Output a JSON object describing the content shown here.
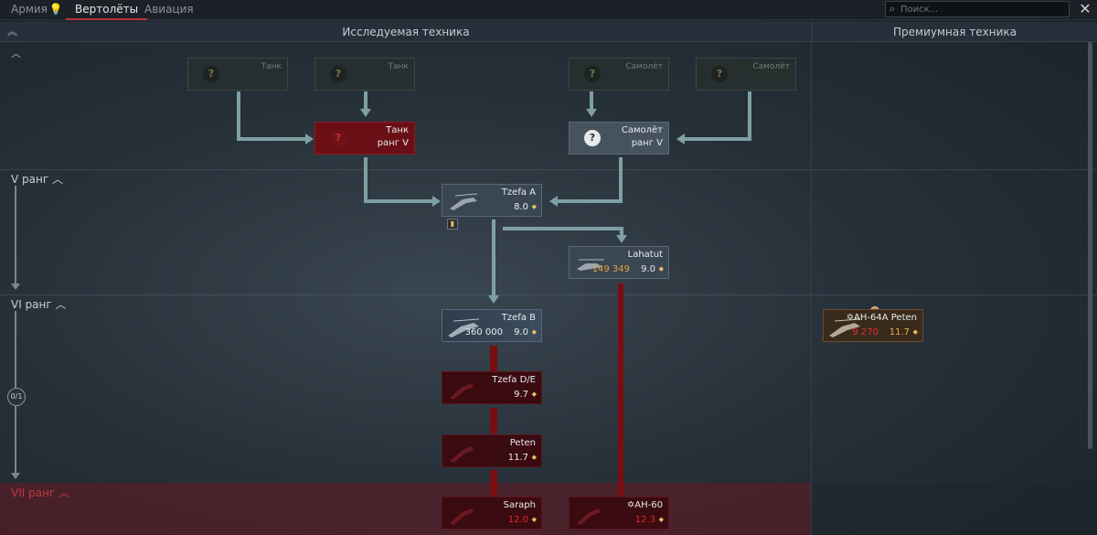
{
  "tabs": [
    {
      "label": "Армия",
      "active": false
    },
    {
      "label": "Вертолёты",
      "active": true
    },
    {
      "label": "Авиация",
      "active": false
    }
  ],
  "search": {
    "placeholder": "Поиск..."
  },
  "close_label": "✕",
  "header": {
    "researched_title": "Исследуемая техника",
    "premium_title": "Премиумная техника"
  },
  "ranks": [
    {
      "label": "V ранг"
    },
    {
      "label": "VI ранг"
    },
    {
      "label": "VII ранг"
    }
  ],
  "rank_counter": "0/1",
  "vehicles": {
    "tank_ghost_1": {
      "name": "Танк"
    },
    "tank_ghost_2": {
      "name": "Танк"
    },
    "plane_ghost_1": {
      "name": "Самолёт"
    },
    "plane_ghost_2": {
      "name": "Самолёт"
    },
    "tank_req": {
      "name": "Танк",
      "rank": "ранг V"
    },
    "plane_req": {
      "name": "Самолёт",
      "rank": "ранг V"
    },
    "tzefa_a": {
      "name": "Tzefa A",
      "br": "8.0"
    },
    "lahatut": {
      "name": "Lahatut",
      "cost": "149 349",
      "br": "9.0"
    },
    "tzefa_b": {
      "name": "Tzefa B",
      "cost": "360 000",
      "br": "9.0"
    },
    "tzefa_de": {
      "name": "Tzefa D/E",
      "br": "9.7"
    },
    "peten": {
      "name": "Peten",
      "br": "11.7"
    },
    "saraph": {
      "name": "Saraph",
      "br": "12.0"
    },
    "ah60": {
      "name": "✡AH-60",
      "br": "12.3"
    },
    "ah64a_peten": {
      "name": "✡AH-64A Peten",
      "cost": "9 270",
      "br": "11.7"
    }
  },
  "colors": {
    "accent_red": "#b8323a",
    "connector": "#7fa0a3",
    "locked_line": "#7a0d12"
  },
  "icons": {
    "question": "?",
    "caret_up": "⌃",
    "double_caret": "︽"
  }
}
